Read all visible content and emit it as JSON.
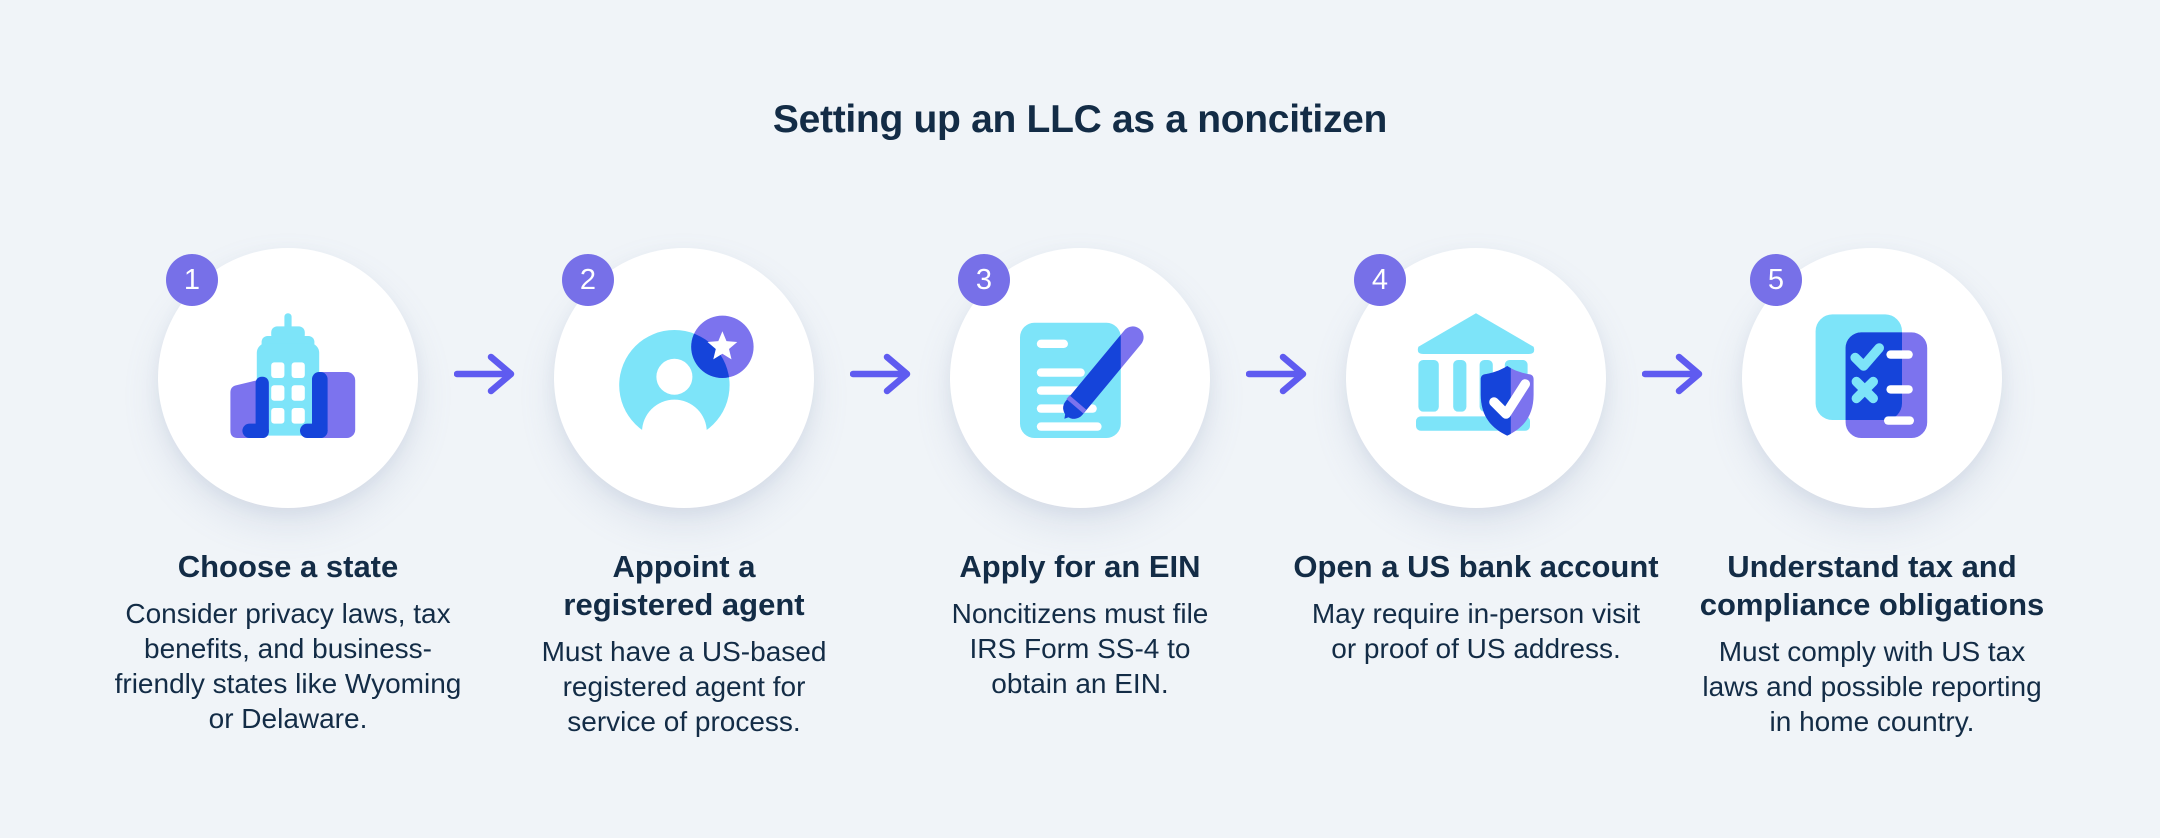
{
  "title": "Setting up an LLC as a noncitizen",
  "steps": [
    {
      "number": "1",
      "icon": "city-buildings-icon",
      "heading": "Choose a state",
      "description": "Consider privacy laws, tax\nbenefits, and business-\nfriendly states like Wyoming\nor Delaware."
    },
    {
      "number": "2",
      "icon": "registered-agent-icon",
      "heading": "Appoint a\nregistered agent",
      "description": "Must have a US-based\nregistered agent for\nservice of process."
    },
    {
      "number": "3",
      "icon": "form-pen-icon",
      "heading": "Apply for an EIN",
      "description": "Noncitizens must file\nIRS Form SS-4 to\nobtain an EIN."
    },
    {
      "number": "4",
      "icon": "bank-shield-icon",
      "heading": "Open a US bank account",
      "description": "May require in-person visit\nor proof of US address."
    },
    {
      "number": "5",
      "icon": "checklist-icon",
      "heading": "Understand tax and\ncompliance obligations",
      "description": "Must comply with US tax\nlaws and possible reporting\nin home country."
    }
  ],
  "colors": {
    "background": "#f0f4f8",
    "text_navy": "#132c46",
    "badge_purple": "#7770e8",
    "arrow_purple": "#5f5bf0",
    "icon_cyan": "#7de4f9",
    "icon_purple": "#7c73ee",
    "icon_blue": "#1544da",
    "circle_white": "#ffffff"
  }
}
